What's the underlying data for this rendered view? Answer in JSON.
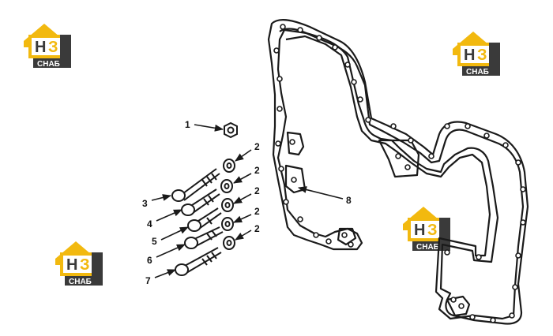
{
  "logo": {
    "initials_left": "Н",
    "initials_right": "З",
    "subtitle": "СНАБ",
    "colors": {
      "yellow": "#f2b90f",
      "dark": "#3a3a3a",
      "white": "#ffffff"
    }
  },
  "callouts": [
    {
      "id": "c1",
      "label": "1"
    },
    {
      "id": "c2a",
      "label": "2"
    },
    {
      "id": "c2b",
      "label": "2"
    },
    {
      "id": "c2c",
      "label": "2"
    },
    {
      "id": "c2d",
      "label": "2"
    },
    {
      "id": "c2e",
      "label": "2"
    },
    {
      "id": "c3",
      "label": "3"
    },
    {
      "id": "c4",
      "label": "4"
    },
    {
      "id": "c5",
      "label": "5"
    },
    {
      "id": "c6",
      "label": "6"
    },
    {
      "id": "c7",
      "label": "7"
    },
    {
      "id": "c8",
      "label": "8"
    }
  ],
  "colors": {
    "line": "#1a1a1a",
    "background": "#ffffff"
  }
}
